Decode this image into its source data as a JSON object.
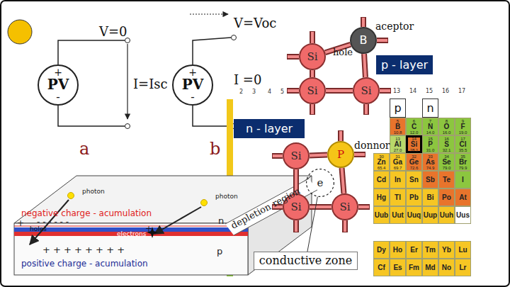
{
  "diagram": {
    "nodes": [
      {
        "text": [
          "+",
          "PV",
          "-"
        ]
      },
      {
        "text": [
          "+",
          "PV",
          "-"
        ]
      },
      {
        "text": [
          "p - layer"
        ]
      },
      {
        "text": [
          "Si"
        ]
      },
      {
        "text": [
          "B"
        ]
      },
      {
        "text": [
          "Si"
        ]
      },
      {
        "text": [
          "Si"
        ]
      },
      {
        "text": [
          "n - layer"
        ]
      },
      {
        "text": [
          "Si"
        ]
      },
      {
        "text": [
          "P"
        ]
      },
      {
        "text": [
          "e"
        ]
      },
      {
        "text": [
          "Si"
        ]
      },
      {
        "text": [
          "Si"
        ]
      },
      {
        "text": [
          "conductive zone"
        ]
      },
      {
        "text": [
          "p"
        ]
      },
      {
        "text": [
          "n"
        ]
      },
      {
        "text": [
          "5",
          "B",
          "10.8"
        ]
      },
      {
        "text": [
          "6",
          "C",
          "12.0"
        ]
      },
      {
        "text": [
          "7",
          "N",
          "14.0"
        ]
      },
      {
        "text": [
          "8",
          "O",
          "16.0"
        ]
      },
      {
        "text": [
          "9",
          "F",
          "19.0"
        ]
      },
      {
        "text": [
          "13",
          "Al",
          "27.0"
        ]
      },
      {
        "text": [
          "14",
          "Si",
          "28.1"
        ]
      },
      {
        "text": [
          "15",
          "P",
          "31.0"
        ]
      },
      {
        "text": [
          "16",
          "S",
          "32.1"
        ]
      },
      {
        "text": [
          "17",
          "Cl",
          "35.5"
        ]
      },
      {
        "text": [
          "30",
          "Zn",
          "65.4"
        ]
      },
      {
        "text": [
          "31",
          "Ga",
          "69.7"
        ]
      },
      {
        "text": [
          "32",
          "Ge",
          "72.6"
        ]
      },
      {
        "text": [
          "33",
          "As",
          "74.9"
        ]
      },
      {
        "text": [
          "34",
          "Se",
          "79.0"
        ]
      },
      {
        "text": [
          "35",
          "Br",
          "79.9"
        ]
      },
      {
        "text": [
          "Cd"
        ]
      },
      {
        "text": [
          "In"
        ]
      },
      {
        "text": [
          "Sn"
        ]
      },
      {
        "text": [
          "Sb"
        ]
      },
      {
        "text": [
          "Te"
        ]
      },
      {
        "text": [
          "I"
        ]
      },
      {
        "text": [
          "Hg"
        ]
      },
      {
        "text": [
          "Tl"
        ]
      },
      {
        "text": [
          "Pb"
        ]
      },
      {
        "text": [
          "Bi"
        ]
      },
      {
        "text": [
          "Po"
        ]
      },
      {
        "text": [
          "At"
        ]
      },
      {
        "text": [
          "Uub"
        ]
      },
      {
        "text": [
          "Uut"
        ]
      },
      {
        "text": [
          "Uuq"
        ]
      },
      {
        "text": [
          "Uup"
        ]
      },
      {
        "text": [
          "Uuh"
        ]
      },
      {
        "text": [
          "Uus"
        ]
      },
      {
        "text": [
          "Dy"
        ]
      },
      {
        "text": [
          "Ho"
        ]
      },
      {
        "text": [
          "Er"
        ]
      },
      {
        "text": [
          "Tm"
        ]
      },
      {
        "text": [
          "Yb"
        ]
      },
      {
        "text": [
          "Lu"
        ]
      },
      {
        "text": [
          "Cf"
        ]
      },
      {
        "text": [
          "Es"
        ]
      },
      {
        "text": [
          "Fm"
        ]
      },
      {
        "text": [
          "Md"
        ]
      },
      {
        "text": [
          "No"
        ]
      },
      {
        "text": [
          "Lr"
        ]
      }
    ],
    "edges": [
      {
        "from": 3,
        "to": 4,
        "arrow": "none"
      },
      {
        "from": 3,
        "to": 5,
        "arrow": "none"
      },
      {
        "from": 5,
        "to": 6,
        "arrow": "none"
      },
      {
        "from": 4,
        "to": 6,
        "arrow": "none"
      },
      {
        "from": 8,
        "to": 9,
        "arrow": "none"
      },
      {
        "from": 8,
        "to": 11,
        "arrow": "none"
      },
      {
        "from": 11,
        "to": 12,
        "arrow": "none"
      },
      {
        "from": 9,
        "to": 12,
        "arrow": "none"
      },
      {
        "from": 13,
        "to": 10,
        "arrow": "none"
      }
    ],
    "labels": [
      "V=0",
      "I=Isc",
      "a",
      "V=Voc",
      "I =0",
      "b",
      "aceptor",
      "hole",
      "donnor",
      "2",
      "3",
      "4",
      "5",
      "13",
      "14",
      "15",
      "16",
      "17",
      "photon",
      "photon",
      "negative charge - acumulation",
      "- - - - - -",
      "+",
      "holes",
      "electrons",
      "n",
      "+ + + + + + + +",
      "p",
      "positive charge - acumulation",
      "depletion region",
      "+"
    ]
  }
}
